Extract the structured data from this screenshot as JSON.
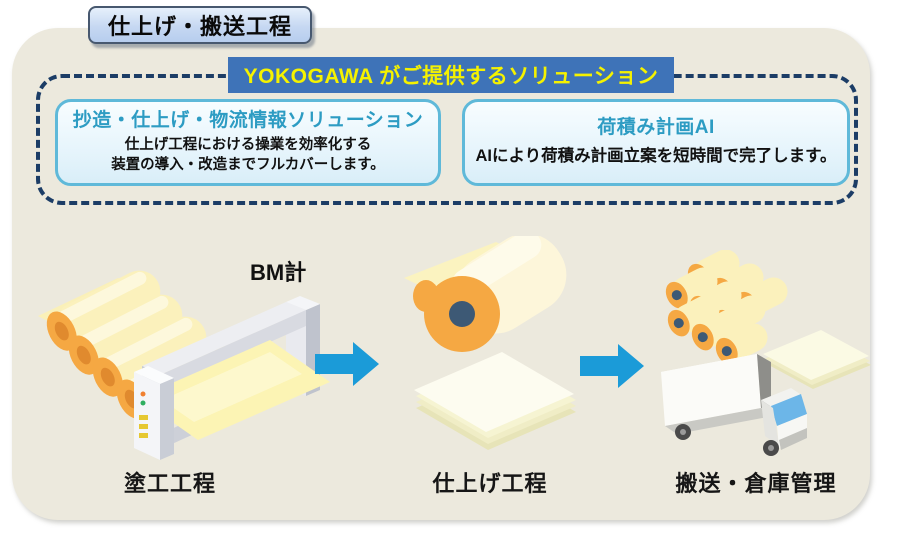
{
  "page": {
    "title": "仕上げ・搬送工程",
    "banner": "YOKOGAWA がご提供するソリューション"
  },
  "solutions": {
    "left": {
      "title": "抄造・仕上げ・物流情報ソリューション",
      "body_line1": "仕上げ工程における操業を効率化する",
      "body_line2": "装置の導入・改造までフルカバーします。"
    },
    "right": {
      "title": "荷積み計画AI",
      "body": "AIにより荷積み計画立案を短時間で完了します。"
    }
  },
  "process": {
    "bm_gauge_label": "BM計",
    "steps": [
      {
        "label": "塗工工程",
        "icon": "paper-rolls-and-bm-gauge-icon"
      },
      {
        "label": "仕上げ工程",
        "icon": "paper-roll-and-sheet-stack-icon"
      },
      {
        "label": "搬送・倉庫管理",
        "icon": "roll-stack-sheets-truck-icon"
      }
    ]
  },
  "colors": {
    "panel_bg": "#ECE9DD",
    "banner_bg": "#3E73B8",
    "banner_text": "#F5F200",
    "card_border": "#5FB9D9",
    "card_title": "#2D9CC3",
    "dashed_border": "#1C3D66",
    "arrow_blue": "#1B9BD8",
    "roll_body": "#FBF1BC",
    "roll_end_orange": "#F5A843",
    "roll_core_navy": "#3D5975"
  }
}
